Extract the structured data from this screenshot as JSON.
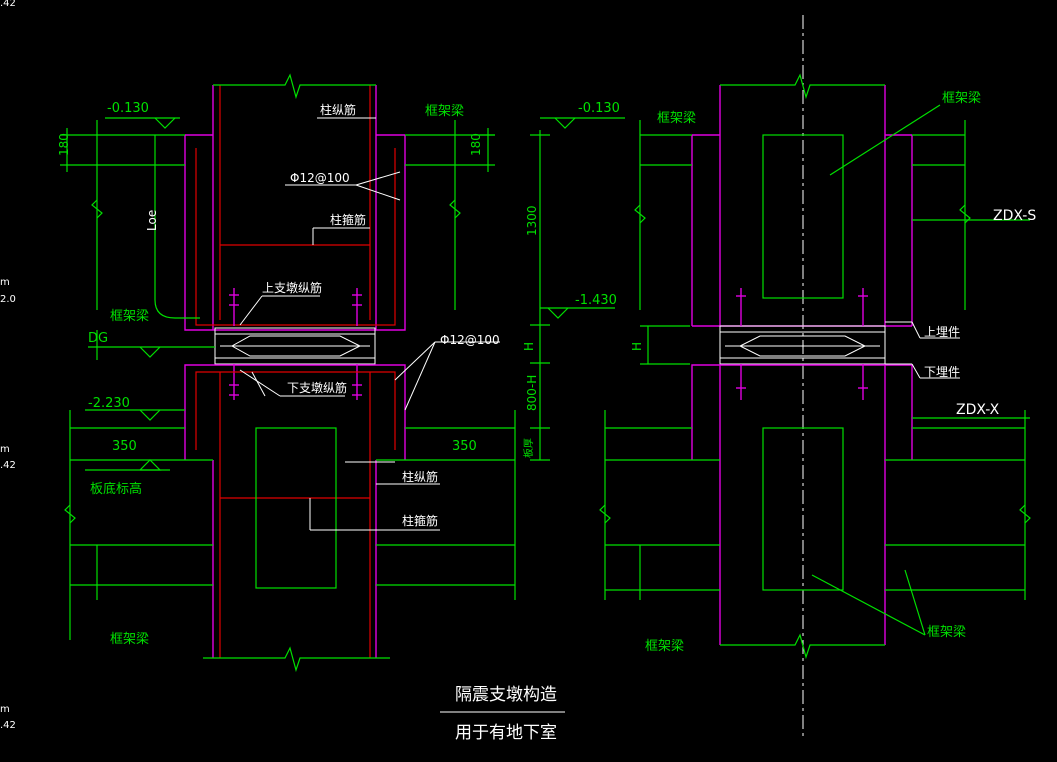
{
  "colors": {
    "background": "#000000",
    "beam": "#00e000",
    "column": "#e000e0",
    "rebar": "#e00000",
    "annotation": "#ffffff"
  },
  "left": {
    "elev_top": "-0.130",
    "dim_180_left": "180",
    "dim_180_right": "180",
    "label_frame_beam_top_right": "框架梁",
    "label_col_long_top": "柱纵筋",
    "label_phi12_top": "Φ12@100",
    "label_col_stirrup_top": "柱箍筋",
    "label_loe": "Loe",
    "label_upper_pier_rebar": "上支墩纵筋",
    "label_frame_beam_left_mid": "框架梁",
    "label_dg": "DG",
    "label_lower_pier_rebar": "下支墩纵筋",
    "label_phi12_right": "Φ12@100",
    "elev_lower": "-2.230",
    "dim_350_left": "350",
    "dim_350_right": "350",
    "label_slab_bottom": "板底标高",
    "label_col_long_bottom": "柱纵筋",
    "label_col_stirrup_bottom": "柱箍筋",
    "label_frame_beam_bottom": "框架梁"
  },
  "middle_dims": {
    "elev_top": "-0.130",
    "dim_1300": "1300",
    "elev_mid": "-1.430",
    "dim_h": "H",
    "dim_800h": "800-H",
    "dim_small": "板厚"
  },
  "right": {
    "label_frame_beam_top_left": "框架梁",
    "label_frame_beam_top_right": "框架梁",
    "label_zdx_s": "ZDX-S",
    "label_h": "H",
    "label_upper_embed": "上埋件",
    "label_lower_embed": "下埋件",
    "label_zdx_x": "ZDX-X",
    "label_frame_beam_bottom_left": "框架梁",
    "label_frame_beam_bottom_right": "框架梁"
  },
  "title": {
    "line1": "隔震支墩构造",
    "line2": "用于有地下室"
  },
  "edge": {
    "t1": ".42",
    "t2": "m",
    "t3": "2.0",
    "t4": "m",
    "t5": ".42",
    "t6": "m",
    "t7": ".42"
  }
}
